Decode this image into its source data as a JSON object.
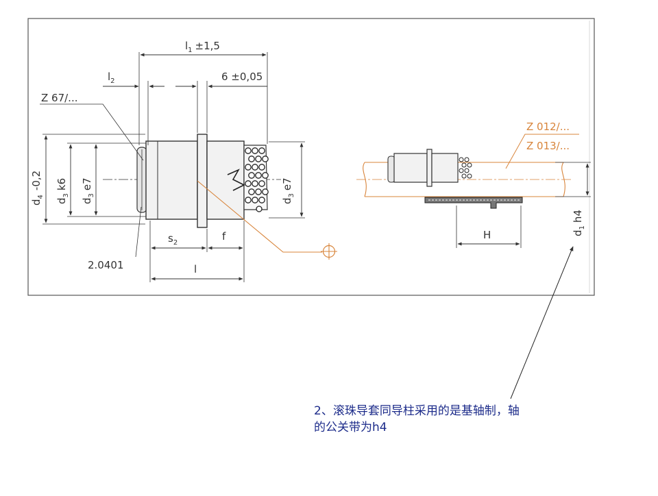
{
  "colors": {
    "line": "#333333",
    "orange": "#d8843a",
    "note": "#1c2b8a",
    "frame": "#555555",
    "shaft_fill": "#eeeeee",
    "body_fill": "#f2f2f2"
  },
  "drawing": {
    "dimensions": {
      "l1": "l",
      "l1_sub": "1",
      "l1_tol": "±1,5",
      "l2": "l",
      "l2_sub": "2",
      "six": "6 ±0,05",
      "s2": "s",
      "s2_sub": "2",
      "f": "f",
      "l": "l",
      "H": "H"
    },
    "diam_labels": {
      "d4": "d",
      "d4_sub": "4",
      "d4_tol": "-0,2",
      "d3k6": "d",
      "d3k6_sub": "3",
      "d3k6_fit": "k6",
      "d3e7": "d",
      "d3e7_sub": "3",
      "d3e7_fit": "e7",
      "d3e7_right": "d",
      "d3e7_right_sub": "3",
      "d3e7_right_fit": "e7",
      "d1h4": "d",
      "d1h4_sub": "1",
      "d1h4_fit": "h4"
    },
    "callouts": {
      "z67": "Z 67/...",
      "part_no": "2.0401",
      "z012": "Z 012/...",
      "z013": "Z 013/..."
    }
  },
  "note": {
    "line1": "2、滚珠导套同导柱采用的是基轴制，轴",
    "line2": "的公关带为h4"
  }
}
